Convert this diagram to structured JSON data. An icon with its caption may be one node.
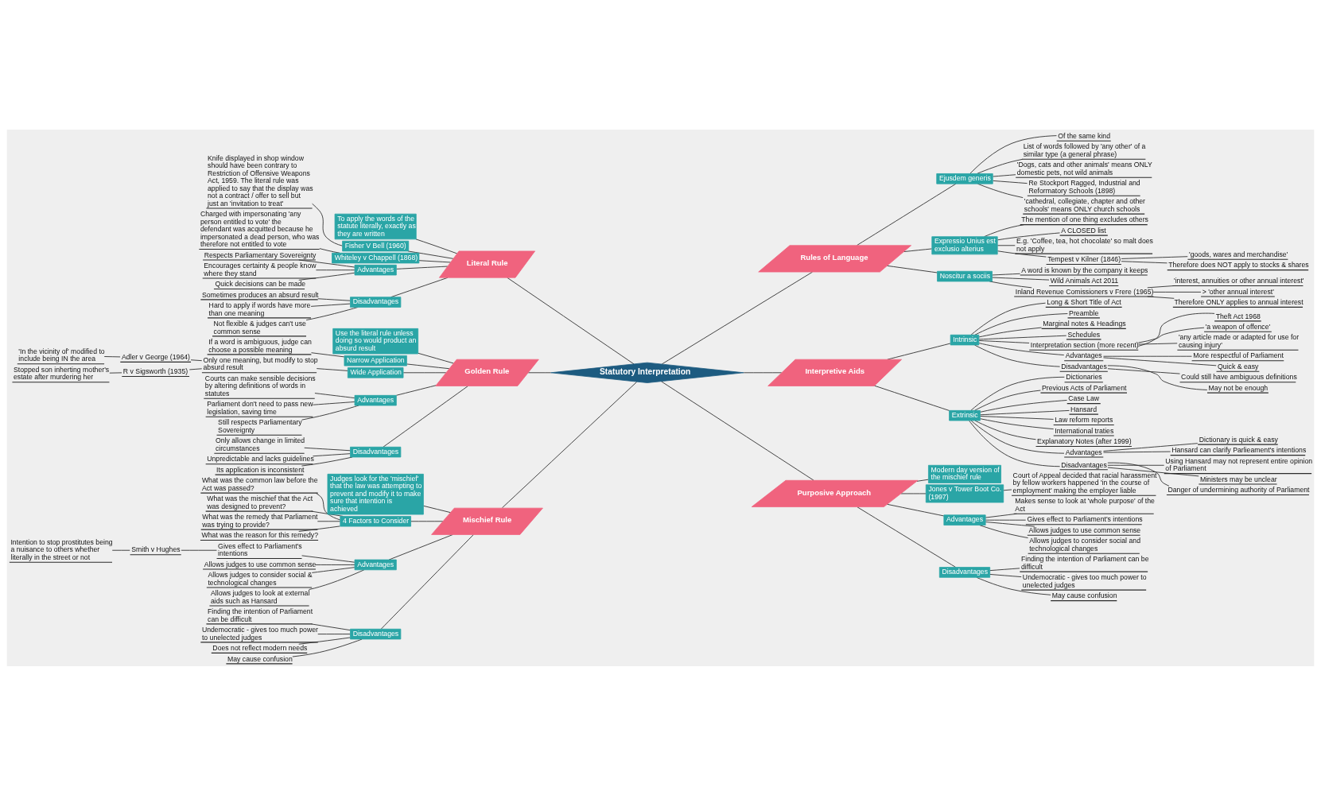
{
  "diagram": {
    "nodes": [
      {
        "text": [
          "Statutory Interpretation"
        ]
      },
      {
        "text": [
          "Literal Rule"
        ]
      },
      {
        "text": [
          "To apply the words of the statute literally, exactly as they are written"
        ]
      },
      {
        "text": [
          "Fisher V Bell (1960)"
        ]
      },
      {
        "text": [
          "Knife displayed in shop window should have been contrary to Restriction of Offensive Weapons Act, 1959. The literal rule was applied to say that the display was not a contract / offer to sell but just an 'invitation to treat'"
        ]
      },
      {
        "text": [
          "Whiteley v Chappell (1868)"
        ]
      },
      {
        "text": [
          "Charged with impersonating 'any person entitled to vote' the defendant was acquitted because he impersonated a dead person, who was therefore not entitled to vote"
        ]
      },
      {
        "text": [
          "Advantages"
        ]
      },
      {
        "text": [
          "Respects Parliamentary Sovereignty"
        ]
      },
      {
        "text": [
          "Encourages certainty & people know where they stand"
        ]
      },
      {
        "text": [
          "Quick decisions can be made"
        ]
      },
      {
        "text": [
          "Disadvantages"
        ]
      },
      {
        "text": [
          "Sometimes produces an absurd result"
        ]
      },
      {
        "text": [
          "Hard to apply if words have more than one meaning"
        ]
      },
      {
        "text": [
          "Not flexible & judges can't use common sense"
        ]
      },
      {
        "text": [
          "Golden Rule"
        ]
      },
      {
        "text": [
          "Use the literal rule unless doing so would product an absurd result"
        ]
      },
      {
        "text": [
          "Narrow Application"
        ]
      },
      {
        "text": [
          "If a word is ambiguous, judge can choose a possible meaning"
        ]
      },
      {
        "text": [
          "Wide Application"
        ]
      },
      {
        "text": [
          "Only one meaning, but modify to stop absurd result"
        ]
      },
      {
        "text": [
          "Adler v George (1964)"
        ]
      },
      {
        "text": [
          "'In the vicinity of' modified to include being IN the area"
        ]
      },
      {
        "text": [
          "R v Sigsworth (1935)"
        ]
      },
      {
        "text": [
          "Stopped son inherting mother's estate after murdering her"
        ]
      },
      {
        "text": [
          "Advantages"
        ]
      },
      {
        "text": [
          "Courts can make sensible decisions by altering definitions of words in statutes"
        ]
      },
      {
        "text": [
          "Parliament don't need to pass new legislation, saving time"
        ]
      },
      {
        "text": [
          "Still respects Parliamentary Sovereignty"
        ]
      },
      {
        "text": [
          "Disadvantages"
        ]
      },
      {
        "text": [
          "Only allows change in limited circumstances"
        ]
      },
      {
        "text": [
          "Unpredictable and lacks guidelines"
        ]
      },
      {
        "text": [
          "Its application is inconsistent"
        ]
      },
      {
        "text": [
          "Mischief Rule"
        ]
      },
      {
        "text": [
          "Judges look for the 'mischief' that the law was attempting to prevent and modify it to make sure that intention is achieved"
        ]
      },
      {
        "text": [
          "4 Factors to Consider"
        ]
      },
      {
        "text": [
          "What was the common law before the Act was passed?"
        ]
      },
      {
        "text": [
          "What was the mischief that the Act was designed to prevent?"
        ]
      },
      {
        "text": [
          "What was the remedy that Parliament was trying to provide?"
        ]
      },
      {
        "text": [
          "What was the reason for this remedy?"
        ]
      },
      {
        "text": [
          "Advantages"
        ]
      },
      {
        "text": [
          "Gives effect to Parliament's intentions"
        ]
      },
      {
        "text": [
          "Smith v Hughes"
        ]
      },
      {
        "text": [
          "Intention to stop prostitutes being a nuisance to others whether literally in the street or not"
        ]
      },
      {
        "text": [
          "Allows judges to use common sense"
        ]
      },
      {
        "text": [
          "Allows judges to consider social & technological changes"
        ]
      },
      {
        "text": [
          "Allows judges to look at external aids such as Hansard"
        ]
      },
      {
        "text": [
          "Disadvantages"
        ]
      },
      {
        "text": [
          "Finding the intention of Parliament can be difficult"
        ]
      },
      {
        "text": [
          "Undemocratic - gives too much power to unelected judges"
        ]
      },
      {
        "text": [
          "Does not reflect modern needs"
        ]
      },
      {
        "text": [
          "May cause confusion"
        ]
      },
      {
        "text": [
          "Rules of Language"
        ]
      },
      {
        "text": [
          "Ejusdem generis"
        ]
      },
      {
        "text": [
          "Of the same kind"
        ]
      },
      {
        "text": [
          "List of words followed by 'any other' of a similar type (a general phrase)"
        ]
      },
      {
        "text": [
          "'Dogs, cats and other animals' means ONLY domestic pets, not wild animals"
        ]
      },
      {
        "text": [
          "Re Stockport Ragged, Industrial and Reformatory Schools (1898)"
        ]
      },
      {
        "text": [
          "'cathedral, collegiate, chapter and other schools' means ONLY church schools"
        ]
      },
      {
        "text": [
          "Expressio Unius est exclusio alterius"
        ]
      },
      {
        "text": [
          "The mention of one thing excludes others"
        ]
      },
      {
        "text": [
          "A CLOSED list"
        ]
      },
      {
        "text": [
          "E.g. 'Coffee, tea, hot chocolate' so malt does not apply"
        ]
      },
      {
        "text": [
          "Tempest v Kilner (1846)"
        ]
      },
      {
        "text": [
          "'goods, wares and merchandise'"
        ]
      },
      {
        "text": [
          "Therefore does NOT apply to stocks & shares"
        ]
      },
      {
        "text": [
          "Noscitur a sociis"
        ]
      },
      {
        "text": [
          "A word is known by the company it keeps"
        ]
      },
      {
        "text": [
          "Wild Animals Act 2011"
        ]
      },
      {
        "text": [
          "Inland Revenue Comissioners v Frere (1965)"
        ]
      },
      {
        "text": [
          "'interest, annuities or other annual interest'"
        ]
      },
      {
        "text": [
          "> 'other annual interest'"
        ]
      },
      {
        "text": [
          "Therefore ONLY applies to annual interest"
        ]
      },
      {
        "text": [
          "Interpretive Aids"
        ]
      },
      {
        "text": [
          "Intrinsic"
        ]
      },
      {
        "text": [
          "Long & Short Title of Act"
        ]
      },
      {
        "text": [
          "Preamble"
        ]
      },
      {
        "text": [
          "Marginal notes & Headings"
        ]
      },
      {
        "text": [
          "Schedules"
        ]
      },
      {
        "text": [
          "Interpretation section (more recent)"
        ]
      },
      {
        "text": [
          "Theft Act 1968"
        ]
      },
      {
        "text": [
          "'a weapon of offence'"
        ]
      },
      {
        "text": [
          "'any article made or adapted for use for causing injury'"
        ]
      },
      {
        "text": [
          "Advantages"
        ]
      },
      {
        "text": [
          "More respectful of Parliament"
        ]
      },
      {
        "text": [
          "Quick & easy"
        ]
      },
      {
        "text": [
          "Disadvantages"
        ]
      },
      {
        "text": [
          "Could still have ambiguous definitions"
        ]
      },
      {
        "text": [
          "May not be enough"
        ]
      },
      {
        "text": [
          "Extrinsic"
        ]
      },
      {
        "text": [
          "Dictionaries"
        ]
      },
      {
        "text": [
          "Previous Acts of Parliament"
        ]
      },
      {
        "text": [
          "Case Law"
        ]
      },
      {
        "text": [
          "Hansard"
        ]
      },
      {
        "text": [
          "Law reform reports"
        ]
      },
      {
        "text": [
          "International traties"
        ]
      },
      {
        "text": [
          "Explanatory Notes (after 1999)"
        ]
      },
      {
        "text": [
          "Advantages"
        ]
      },
      {
        "text": [
          "Dictionary is quick & easy"
        ]
      },
      {
        "text": [
          "Hansard can clarify Parlieament's intentions"
        ]
      },
      {
        "text": [
          "Disadvantages"
        ]
      },
      {
        "text": [
          "Using Hansard may not represent entire opinion of Parliament"
        ]
      },
      {
        "text": [
          "Ministers may be unclear"
        ]
      },
      {
        "text": [
          "Danger of undermining authority of Parliament"
        ]
      },
      {
        "text": [
          "Purposive Approach"
        ]
      },
      {
        "text": [
          "Modern day version of the mischief rule"
        ]
      },
      {
        "text": [
          "Jones v Tower Boot Co. (1997)"
        ]
      },
      {
        "text": [
          "Court of Appeal decided that racial harassment by fellow workers happened 'in the course of employment' making the employer liable"
        ]
      },
      {
        "text": [
          "Advantages"
        ]
      },
      {
        "text": [
          "Makes sense to look at 'whole purpose' of the Act"
        ]
      },
      {
        "text": [
          "Gives effect to Parliament's intentions"
        ]
      },
      {
        "text": [
          "Allows judges to use common sense"
        ]
      },
      {
        "text": [
          "Allows judges to consider social and technological changes"
        ]
      },
      {
        "text": [
          "Disadvantages"
        ]
      },
      {
        "text": [
          "Finding the intention of Parliament can be difficult"
        ]
      },
      {
        "text": [
          "Undemocratic - gives too much power to unelected judges"
        ]
      },
      {
        "text": [
          "May cause confusion"
        ]
      }
    ],
    "edges": [
      {
        "from": 1,
        "to": 0,
        "arrow": "none"
      },
      {
        "from": 2,
        "to": 1,
        "arrow": "none"
      },
      {
        "from": 3,
        "to": 1,
        "arrow": "none"
      },
      {
        "from": 4,
        "to": 3,
        "arrow": "none"
      },
      {
        "from": 5,
        "to": 1,
        "arrow": "none"
      },
      {
        "from": 6,
        "to": 5,
        "arrow": "none"
      },
      {
        "from": 7,
        "to": 1,
        "arrow": "none"
      },
      {
        "from": 8,
        "to": 7,
        "arrow": "none"
      },
      {
        "from": 9,
        "to": 7,
        "arrow": "none"
      },
      {
        "from": 10,
        "to": 7,
        "arrow": "none"
      },
      {
        "from": 11,
        "to": 1,
        "arrow": "none"
      },
      {
        "from": 12,
        "to": 11,
        "arrow": "none"
      },
      {
        "from": 13,
        "to": 11,
        "arrow": "none"
      },
      {
        "from": 14,
        "to": 11,
        "arrow": "none"
      },
      {
        "from": 15,
        "to": 0,
        "arrow": "none"
      },
      {
        "from": 16,
        "to": 15,
        "arrow": "none"
      },
      {
        "from": 17,
        "to": 15,
        "arrow": "none"
      },
      {
        "from": 18,
        "to": 17,
        "arrow": "none"
      },
      {
        "from": 19,
        "to": 15,
        "arrow": "none"
      },
      {
        "from": 20,
        "to": 19,
        "arrow": "none"
      },
      {
        "from": 21,
        "to": 20,
        "arrow": "none"
      },
      {
        "from": 22,
        "to": 21,
        "arrow": "none"
      },
      {
        "from": 23,
        "to": 20,
        "arrow": "none"
      },
      {
        "from": 24,
        "to": 23,
        "arrow": "none"
      },
      {
        "from": 25,
        "to": 15,
        "arrow": "none"
      },
      {
        "from": 26,
        "to": 25,
        "arrow": "none"
      },
      {
        "from": 27,
        "to": 25,
        "arrow": "none"
      },
      {
        "from": 28,
        "to": 25,
        "arrow": "none"
      },
      {
        "from": 29,
        "to": 15,
        "arrow": "none"
      },
      {
        "from": 30,
        "to": 29,
        "arrow": "none"
      },
      {
        "from": 31,
        "to": 29,
        "arrow": "none"
      },
      {
        "from": 32,
        "to": 29,
        "arrow": "none"
      },
      {
        "from": 33,
        "to": 0,
        "arrow": "none"
      },
      {
        "from": 34,
        "to": 33,
        "arrow": "none"
      },
      {
        "from": 35,
        "to": 33,
        "arrow": "none"
      },
      {
        "from": 36,
        "to": 35,
        "arrow": "none"
      },
      {
        "from": 37,
        "to": 35,
        "arrow": "none"
      },
      {
        "from": 38,
        "to": 35,
        "arrow": "none"
      },
      {
        "from": 39,
        "to": 35,
        "arrow": "none"
      },
      {
        "from": 40,
        "to": 33,
        "arrow": "none"
      },
      {
        "from": 41,
        "to": 40,
        "arrow": "none"
      },
      {
        "from": 42,
        "to": 41,
        "arrow": "none"
      },
      {
        "from": 43,
        "to": 42,
        "arrow": "none"
      },
      {
        "from": 44,
        "to": 40,
        "arrow": "none"
      },
      {
        "from": 45,
        "to": 40,
        "arrow": "none"
      },
      {
        "from": 46,
        "to": 40,
        "arrow": "none"
      },
      {
        "from": 47,
        "to": 33,
        "arrow": "none"
      },
      {
        "from": 48,
        "to": 47,
        "arrow": "none"
      },
      {
        "from": 49,
        "to": 47,
        "arrow": "none"
      },
      {
        "from": 50,
        "to": 47,
        "arrow": "none"
      },
      {
        "from": 51,
        "to": 47,
        "arrow": "none"
      },
      {
        "from": 0,
        "to": 52,
        "arrow": "none"
      },
      {
        "from": 52,
        "to": 53,
        "arrow": "none"
      },
      {
        "from": 53,
        "to": 54,
        "arrow": "none"
      },
      {
        "from": 53,
        "to": 55,
        "arrow": "none"
      },
      {
        "from": 53,
        "to": 56,
        "arrow": "none"
      },
      {
        "from": 53,
        "to": 57,
        "arrow": "none"
      },
      {
        "from": 53,
        "to": 58,
        "arrow": "none"
      },
      {
        "from": 52,
        "to": 59,
        "arrow": "none"
      },
      {
        "from": 59,
        "to": 60,
        "arrow": "none"
      },
      {
        "from": 59,
        "to": 61,
        "arrow": "none"
      },
      {
        "from": 59,
        "to": 62,
        "arrow": "none"
      },
      {
        "from": 59,
        "to": 63,
        "arrow": "none"
      },
      {
        "from": 63,
        "to": 64,
        "arrow": "none"
      },
      {
        "from": 63,
        "to": 65,
        "arrow": "none"
      },
      {
        "from": 52,
        "to": 66,
        "arrow": "none"
      },
      {
        "from": 66,
        "to": 67,
        "arrow": "none"
      },
      {
        "from": 66,
        "to": 68,
        "arrow": "none"
      },
      {
        "from": 66,
        "to": 69,
        "arrow": "none"
      },
      {
        "from": 69,
        "to": 70,
        "arrow": "none"
      },
      {
        "from": 69,
        "to": 71,
        "arrow": "none"
      },
      {
        "from": 69,
        "to": 72,
        "arrow": "none"
      },
      {
        "from": 0,
        "to": 73,
        "arrow": "none"
      },
      {
        "from": 73,
        "to": 74,
        "arrow": "none"
      },
      {
        "from": 74,
        "to": 75,
        "arrow": "none"
      },
      {
        "from": 74,
        "to": 76,
        "arrow": "none"
      },
      {
        "from": 74,
        "to": 77,
        "arrow": "none"
      },
      {
        "from": 74,
        "to": 78,
        "arrow": "none"
      },
      {
        "from": 74,
        "to": 79,
        "arrow": "none"
      },
      {
        "from": 79,
        "to": 80,
        "arrow": "none"
      },
      {
        "from": 79,
        "to": 81,
        "arrow": "none"
      },
      {
        "from": 79,
        "to": 82,
        "arrow": "none"
      },
      {
        "from": 74,
        "to": 83,
        "arrow": "none"
      },
      {
        "from": 83,
        "to": 84,
        "arrow": "none"
      },
      {
        "from": 83,
        "to": 85,
        "arrow": "none"
      },
      {
        "from": 74,
        "to": 86,
        "arrow": "none"
      },
      {
        "from": 86,
        "to": 87,
        "arrow": "none"
      },
      {
        "from": 86,
        "to": 88,
        "arrow": "none"
      },
      {
        "from": 73,
        "to": 89,
        "arrow": "none"
      },
      {
        "from": 89,
        "to": 90,
        "arrow": "none"
      },
      {
        "from": 89,
        "to": 91,
        "arrow": "none"
      },
      {
        "from": 89,
        "to": 92,
        "arrow": "none"
      },
      {
        "from": 89,
        "to": 93,
        "arrow": "none"
      },
      {
        "from": 89,
        "to": 94,
        "arrow": "none"
      },
      {
        "from": 89,
        "to": 95,
        "arrow": "none"
      },
      {
        "from": 89,
        "to": 96,
        "arrow": "none"
      },
      {
        "from": 89,
        "to": 97,
        "arrow": "none"
      },
      {
        "from": 97,
        "to": 98,
        "arrow": "none"
      },
      {
        "from": 97,
        "to": 99,
        "arrow": "none"
      },
      {
        "from": 89,
        "to": 100,
        "arrow": "none"
      },
      {
        "from": 100,
        "to": 101,
        "arrow": "none"
      },
      {
        "from": 100,
        "to": 102,
        "arrow": "none"
      },
      {
        "from": 100,
        "to": 103,
        "arrow": "none"
      },
      {
        "from": 0,
        "to": 104,
        "arrow": "none"
      },
      {
        "from": 104,
        "to": 105,
        "arrow": "none"
      },
      {
        "from": 104,
        "to": 106,
        "arrow": "none"
      },
      {
        "from": 106,
        "to": 107,
        "arrow": "none"
      },
      {
        "from": 104,
        "to": 108,
        "arrow": "none"
      },
      {
        "from": 108,
        "to": 109,
        "arrow": "none"
      },
      {
        "from": 108,
        "to": 110,
        "arrow": "none"
      },
      {
        "from": 108,
        "to": 111,
        "arrow": "none"
      },
      {
        "from": 108,
        "to": 112,
        "arrow": "none"
      },
      {
        "from": 104,
        "to": 113,
        "arrow": "none"
      },
      {
        "from": 113,
        "to": 114,
        "arrow": "none"
      },
      {
        "from": 113,
        "to": 115,
        "arrow": "none"
      },
      {
        "from": 113,
        "to": 116,
        "arrow": "none"
      }
    ]
  }
}
